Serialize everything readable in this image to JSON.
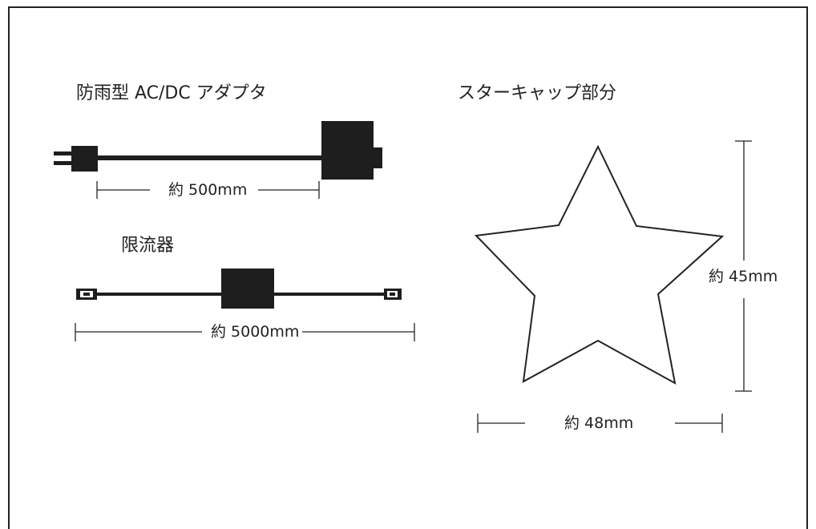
{
  "adapter": {
    "title": "防雨型 AC/DC アダプタ",
    "cable_length_label": "約 500mm"
  },
  "limiter": {
    "title": "限流器",
    "cable_length_label": "約 5000mm"
  },
  "star_cap": {
    "title": "スターキャップ部分",
    "height_label": "約 45mm",
    "width_label": "約 48mm"
  },
  "colors": {
    "line": "#222222",
    "fill": "#1e1e1e",
    "background": "#ffffff"
  }
}
